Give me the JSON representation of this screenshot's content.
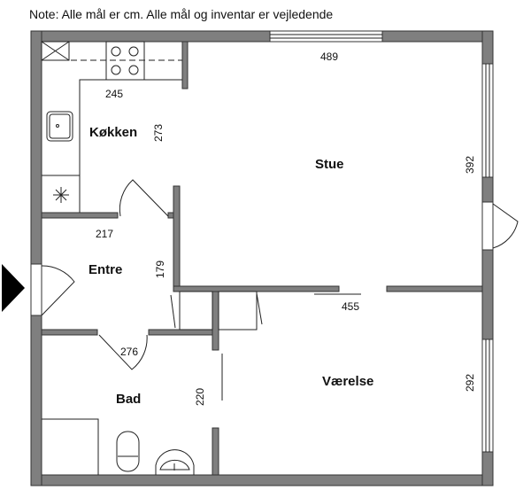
{
  "note": "Note: Alle mål er cm. Alle mål og inventar er vejledende",
  "rooms": {
    "kitchen": "Køkken",
    "living": "Stue",
    "entrance": "Entre",
    "bathroom": "Bad",
    "bedroom": "Værelse"
  },
  "dimensions": {
    "kitchen_width": "245",
    "kitchen_depth": "273",
    "living_width": "489",
    "living_depth": "392",
    "entrance_width": "217",
    "entrance_depth": "179",
    "bath_width": "276",
    "bath_depth": "220",
    "bedroom_width": "455",
    "bedroom_depth": "292"
  },
  "colors": {
    "wall": "#7f7f7f",
    "entrance_marker": "#000000"
  }
}
